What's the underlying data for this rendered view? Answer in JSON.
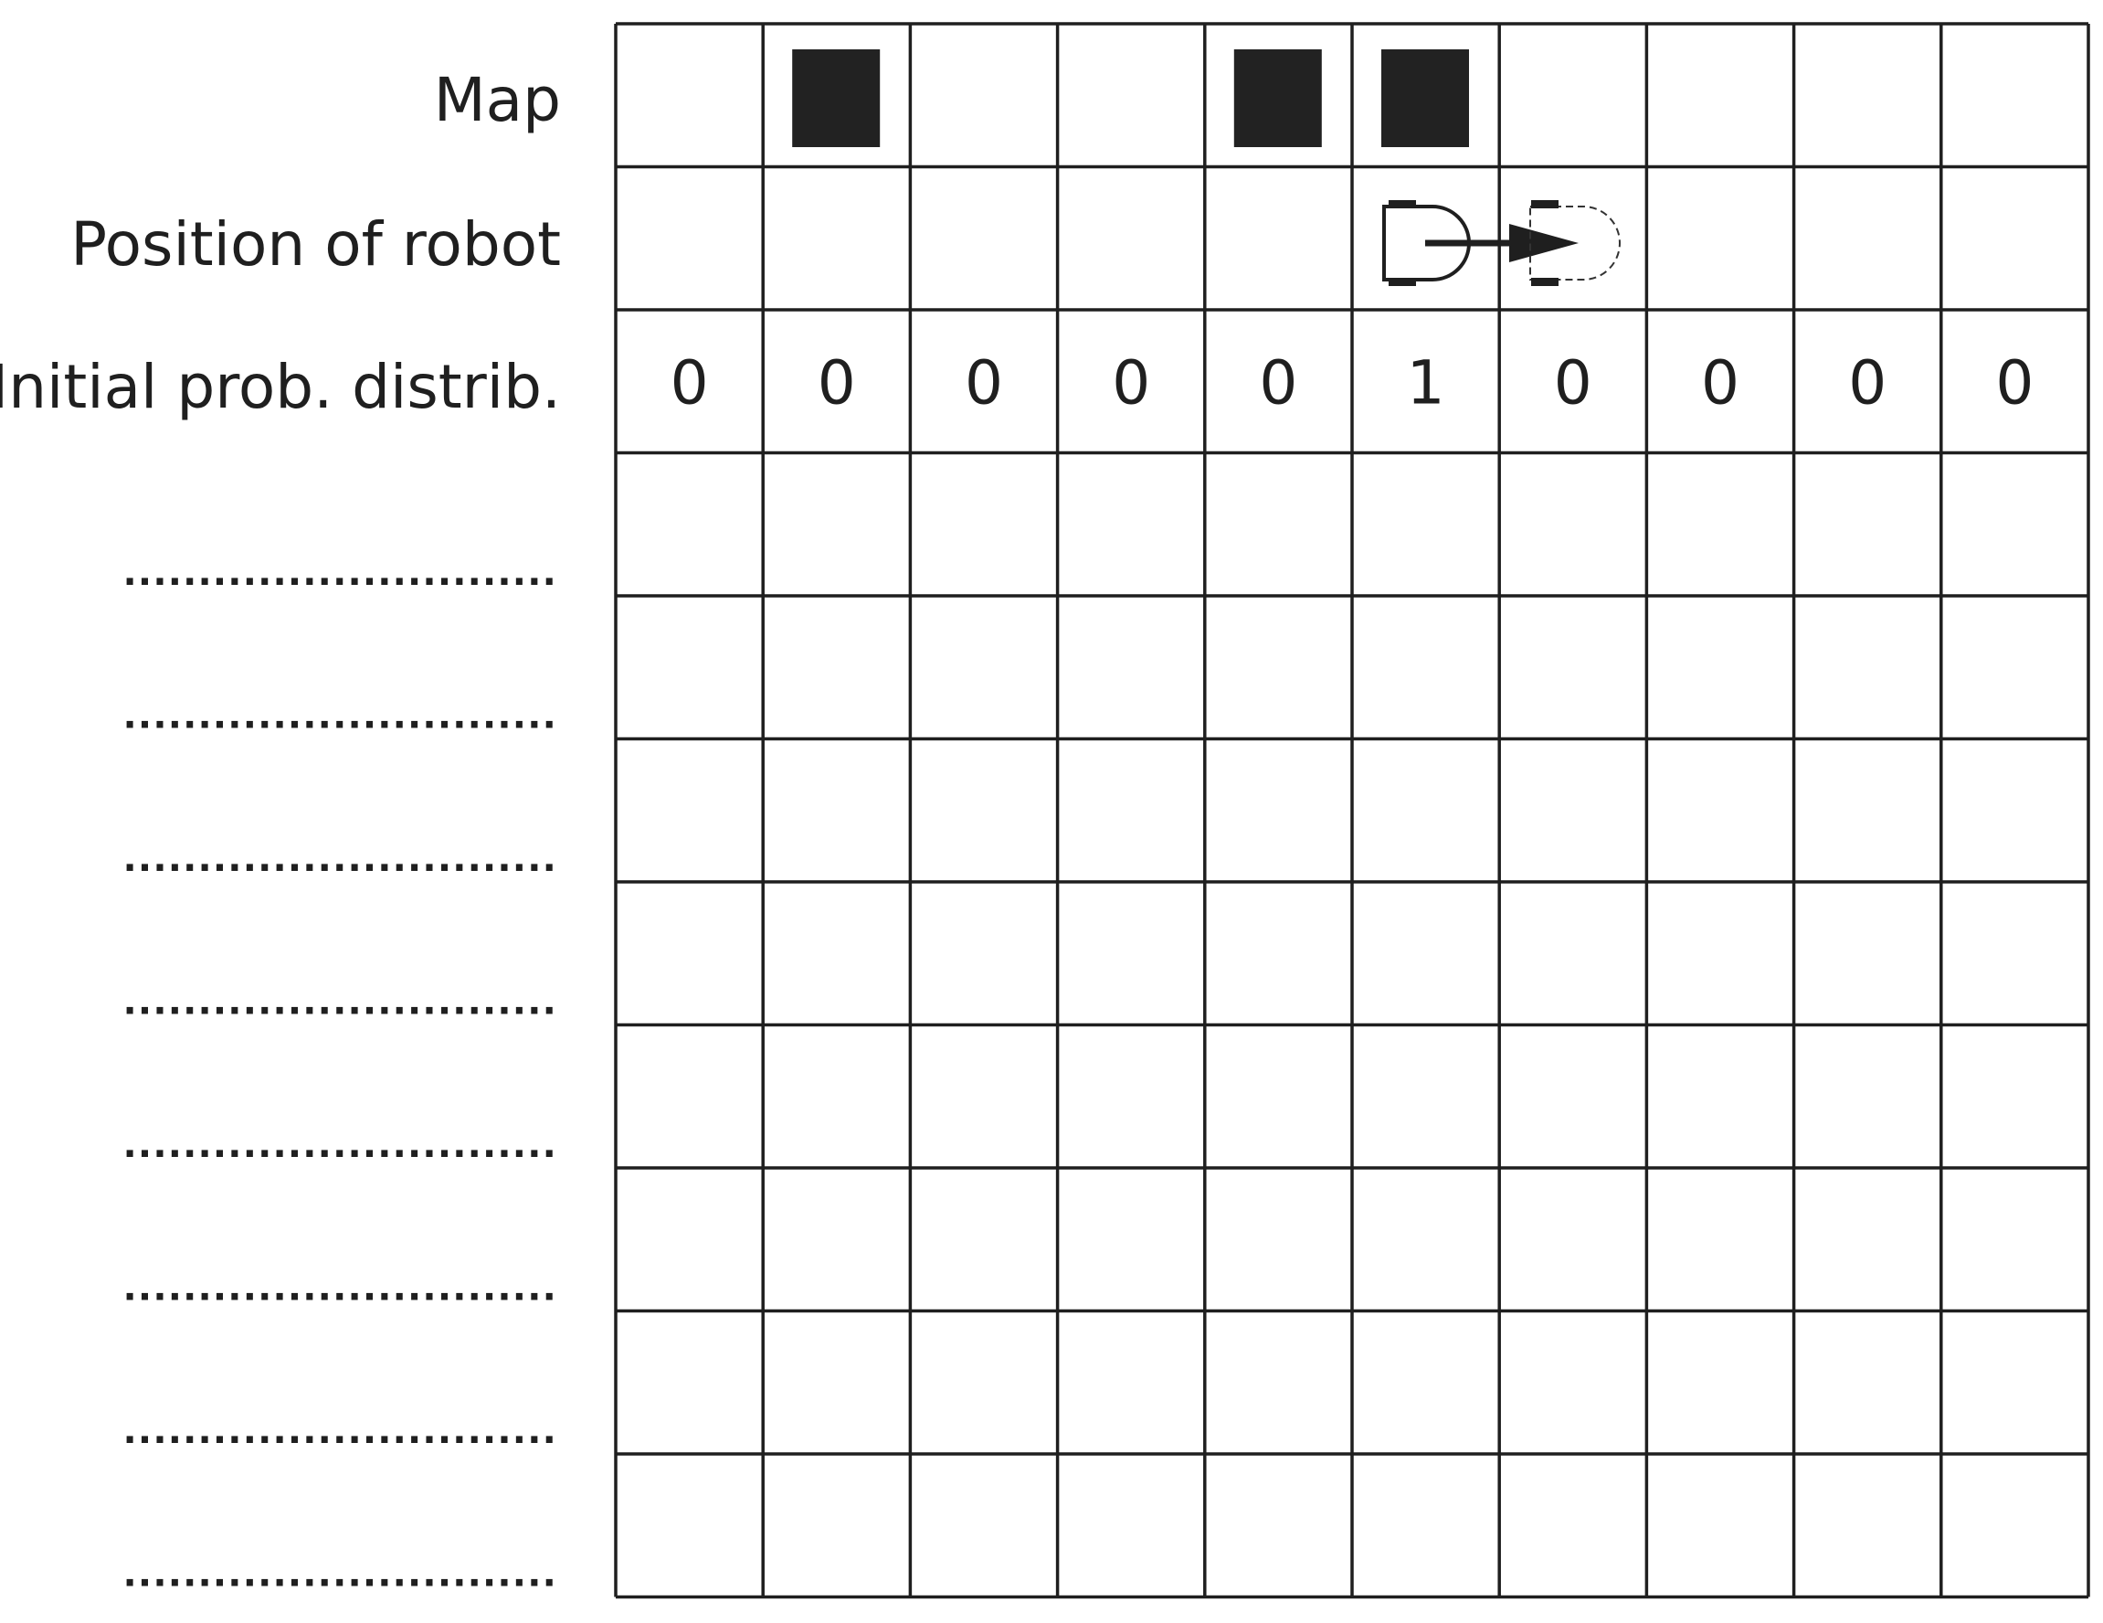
{
  "labels": {
    "map": "Map",
    "position": "Position of robot",
    "initial": "Initial prob. distrib."
  },
  "placeholder_dots": ".............................",
  "grid": {
    "columns": 10,
    "blank_rows": 8
  },
  "map_cells": [
    0,
    1,
    0,
    0,
    1,
    1,
    0,
    0,
    0,
    0
  ],
  "robot": {
    "current_cell": 6,
    "next_cell": 7,
    "direction": "right"
  },
  "initial_distribution": [
    "0",
    "0",
    "0",
    "0",
    "0",
    "1",
    "0",
    "0",
    "0",
    "0"
  ],
  "colors": {
    "ink": "#1f1f1f",
    "obstacle": "#222222"
  }
}
